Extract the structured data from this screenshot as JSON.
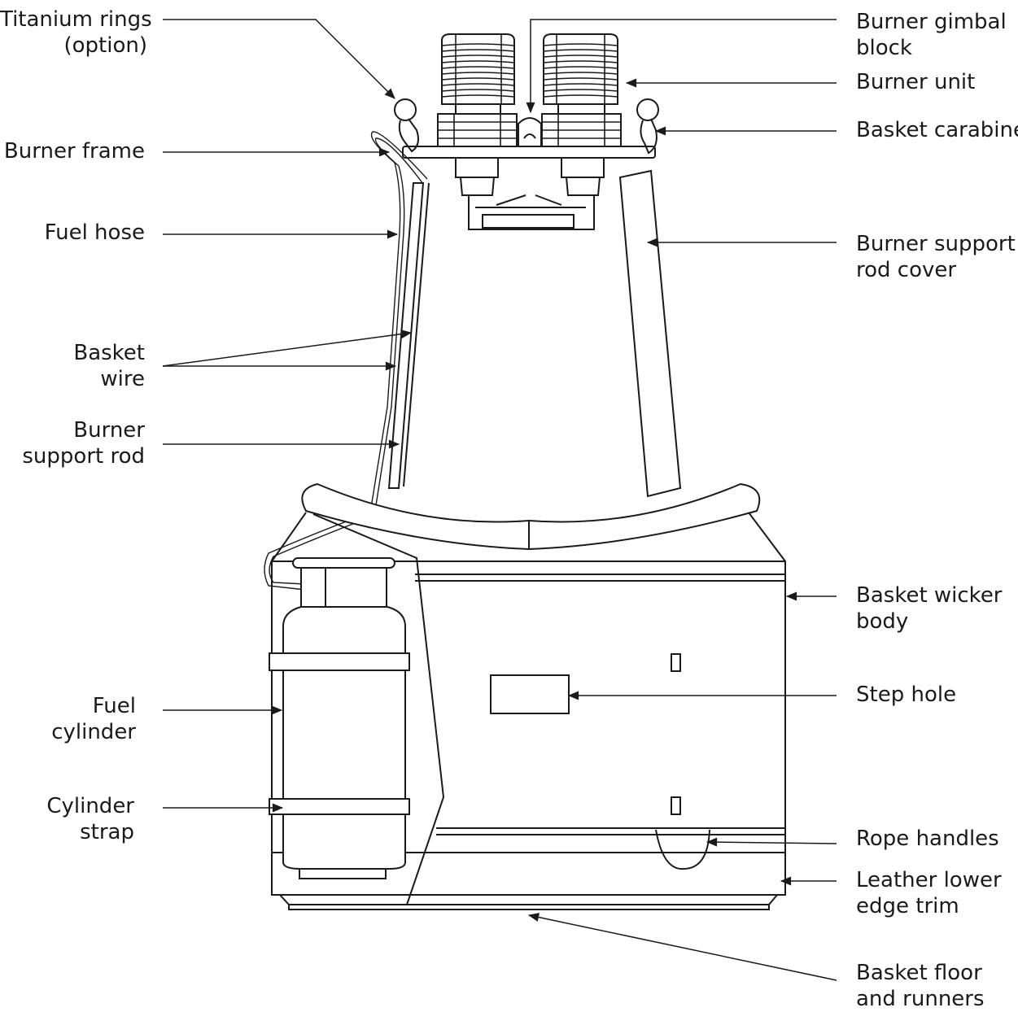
{
  "labels": {
    "titanium_rings": [
      "Titanium rings",
      "(option)"
    ],
    "burner_frame": [
      "Burner frame"
    ],
    "fuel_hose": [
      "Fuel hose"
    ],
    "basket_wire": [
      "Basket",
      "wire"
    ],
    "burner_support_rod": [
      "Burner",
      "support rod"
    ],
    "fuel_cylinder": [
      "Fuel",
      "cylinder"
    ],
    "cylinder_strap": [
      "Cylinder",
      "strap"
    ],
    "burner_gimbal_block": [
      "Burner gimbal",
      "block"
    ],
    "burner_unit": [
      "Burner unit"
    ],
    "basket_carabiner": [
      "Basket carabiner"
    ],
    "burner_support_rod_cover": [
      "Burner support",
      "rod cover"
    ],
    "basket_wicker_body": [
      "Basket wicker",
      "body"
    ],
    "step_hole": [
      "Step hole"
    ],
    "rope_handles": [
      "Rope handles"
    ],
    "leather_lower_edge_trim": [
      "Leather lower",
      "edge trim"
    ],
    "basket_floor_and_runners": [
      "Basket floor",
      "and runners"
    ]
  }
}
